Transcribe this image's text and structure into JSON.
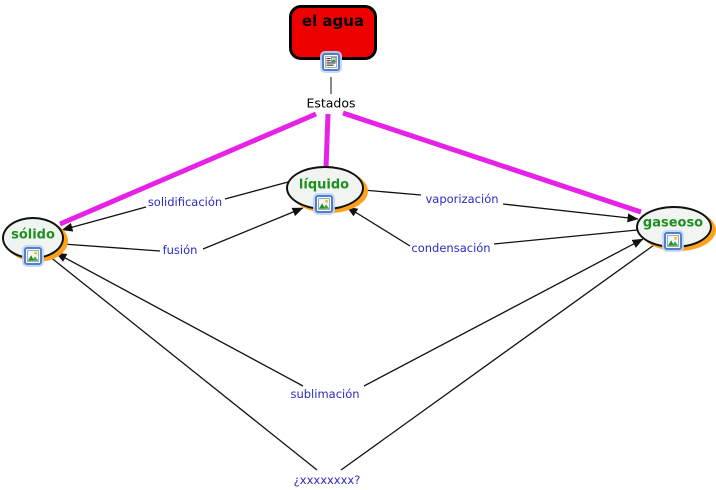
{
  "map": {
    "background": "#FFFFFF",
    "type": "concept-map"
  },
  "nodes": {
    "agua": {
      "label": "el agua",
      "shape": "rounded-rect",
      "fill": "#EF0000",
      "text_color": "#000000"
    },
    "solido": {
      "label": "sólido",
      "shape": "ellipse",
      "fill": "#F0F5F2",
      "text_color": "#1E8E1E"
    },
    "liquido": {
      "label": "líquido",
      "shape": "ellipse",
      "fill": "#F0F5F2",
      "text_color": "#1E8E1E"
    },
    "gaseoso": {
      "label": "gaseoso",
      "shape": "ellipse",
      "fill": "#F0F5F2",
      "text_color": "#1E8E1E"
    }
  },
  "linking_phrases": {
    "estados": {
      "label": "Estados",
      "connects": [
        "el agua",
        "sólido",
        "líquido",
        "gaseoso"
      ]
    },
    "solidificacion": {
      "label": "solidificación",
      "from": "líquido",
      "to": "sólido",
      "arrowheads": "to"
    },
    "fusion": {
      "label": "fusión",
      "from": "sólido",
      "to": "líquido",
      "arrowheads": "to"
    },
    "vaporizacion": {
      "label": "vaporización",
      "from": "líquido",
      "to": "gaseoso",
      "arrowheads": "to"
    },
    "condensacion": {
      "label": "condensación",
      "from": "gaseoso",
      "to": "líquido",
      "arrowheads": "to"
    },
    "sublimacion": {
      "label": "sublimación",
      "from": "sólido",
      "to": "gaseoso",
      "arrowheads": "both"
    },
    "pregunta": {
      "label": "¿xxxxxxxx?",
      "from": "gaseoso",
      "to": "sólido",
      "arrowheads": "none"
    }
  },
  "icons": {
    "agua_resource": "document-resource-icon",
    "solido_resource": "image-resource-icon",
    "liquido_resource": "image-resource-icon",
    "gaseoso_resource": "image-resource-icon"
  },
  "colors": {
    "root_link_line": "#E722E7",
    "edge_line": "#111111",
    "selection_glow": "#FFA01E",
    "link_label_text": "#2B2BC3",
    "root_fill": "#EF0000",
    "concept_fill": "#F0F5F2",
    "concept_text": "#1E8E1E"
  }
}
